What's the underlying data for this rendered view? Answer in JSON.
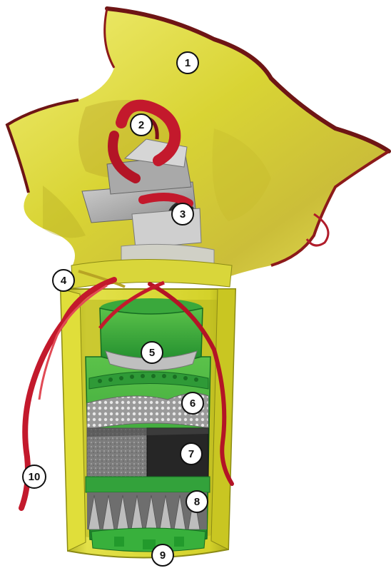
{
  "callouts": [
    {
      "id": "1",
      "label": "1"
    },
    {
      "id": "2",
      "label": "2"
    },
    {
      "id": "3",
      "label": "3"
    },
    {
      "id": "4",
      "label": "4"
    },
    {
      "id": "5",
      "label": "5"
    },
    {
      "id": "6",
      "label": "6"
    },
    {
      "id": "7",
      "label": "7"
    },
    {
      "id": "8",
      "label": "8"
    },
    {
      "id": "9",
      "label": "9"
    },
    {
      "id": "10",
      "label": "10"
    }
  ],
  "colors": {
    "bag": "#d9d52a",
    "bag_edge": "#8c1a1a",
    "ribbon": "#c3192c",
    "canister": "#cfd22b",
    "green_filter": "#2ea336",
    "gray_mesh": "#8a8a8a",
    "dark_block": "#2c2c2c"
  },
  "icons": {
    "callout": "numbered-circle-icon"
  }
}
